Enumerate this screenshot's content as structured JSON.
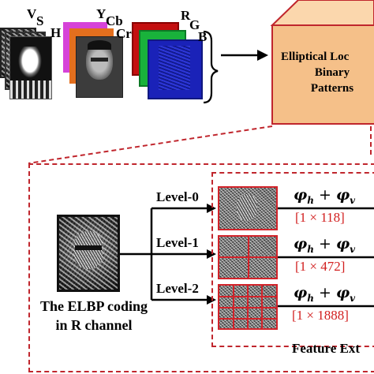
{
  "color_spaces": {
    "vsh": {
      "v": "V",
      "s": "S",
      "h": "H"
    },
    "ycbcr": {
      "y": "Y",
      "cb": "Cb",
      "cr": "Cr"
    },
    "rgb": {
      "r": "R",
      "g": "G",
      "b": "B"
    }
  },
  "cube_label": [
    "Elliptical Loc",
    "Binary",
    "Patterns"
  ],
  "input_caption": [
    "The ELBP coding",
    "in R channel"
  ],
  "levels": [
    {
      "name": "Level-0",
      "dim": "[1 × 118]"
    },
    {
      "name": "Level-1",
      "dim": "[1 × 472]"
    },
    {
      "name": "Level-2",
      "dim": "[1 × 1888]"
    }
  ],
  "formula": {
    "phi": "φ",
    "h": "h",
    "plus": " + ",
    "v": "v"
  },
  "bottom_label": "Feature Ext",
  "colors": {
    "dashed_border": "#c0262d",
    "grid": "#d2232a",
    "dim_text": "#d21f1f",
    "cube": "#f5c089"
  }
}
